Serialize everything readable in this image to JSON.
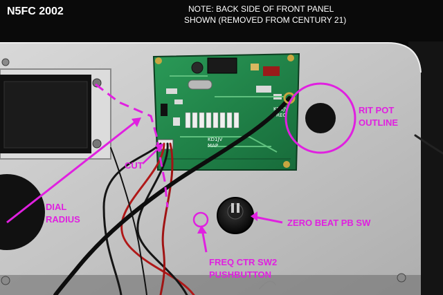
{
  "photo": {
    "credit": "N5FC 2002",
    "note_line1": "NOTE: BACK SIDE OF FRONT PANEL",
    "note_line2": "SHOWN (REMOVED FROM CENTURY 21)"
  },
  "annotations": {
    "rit_line1": "RIT POT",
    "rit_line2": "OUTLINE",
    "cut": "CUT",
    "dial_line1": "DIAL",
    "dial_line2": "RADIUS",
    "zero_beat": "ZERO BEAT PB SW",
    "freq_line1": "FREQ CTR SW2",
    "freq_line2": "PUSHBUTTON"
  },
  "board": {
    "silk_top": "KD1JV",
    "silk_top2": "FREQ",
    "silk_bottom": "KD1JV",
    "silk_bottom2": "MAP"
  },
  "colors": {
    "annotation": "#e020e0",
    "panel": "#c9c9c9",
    "pcb": "#1f8a4a"
  }
}
